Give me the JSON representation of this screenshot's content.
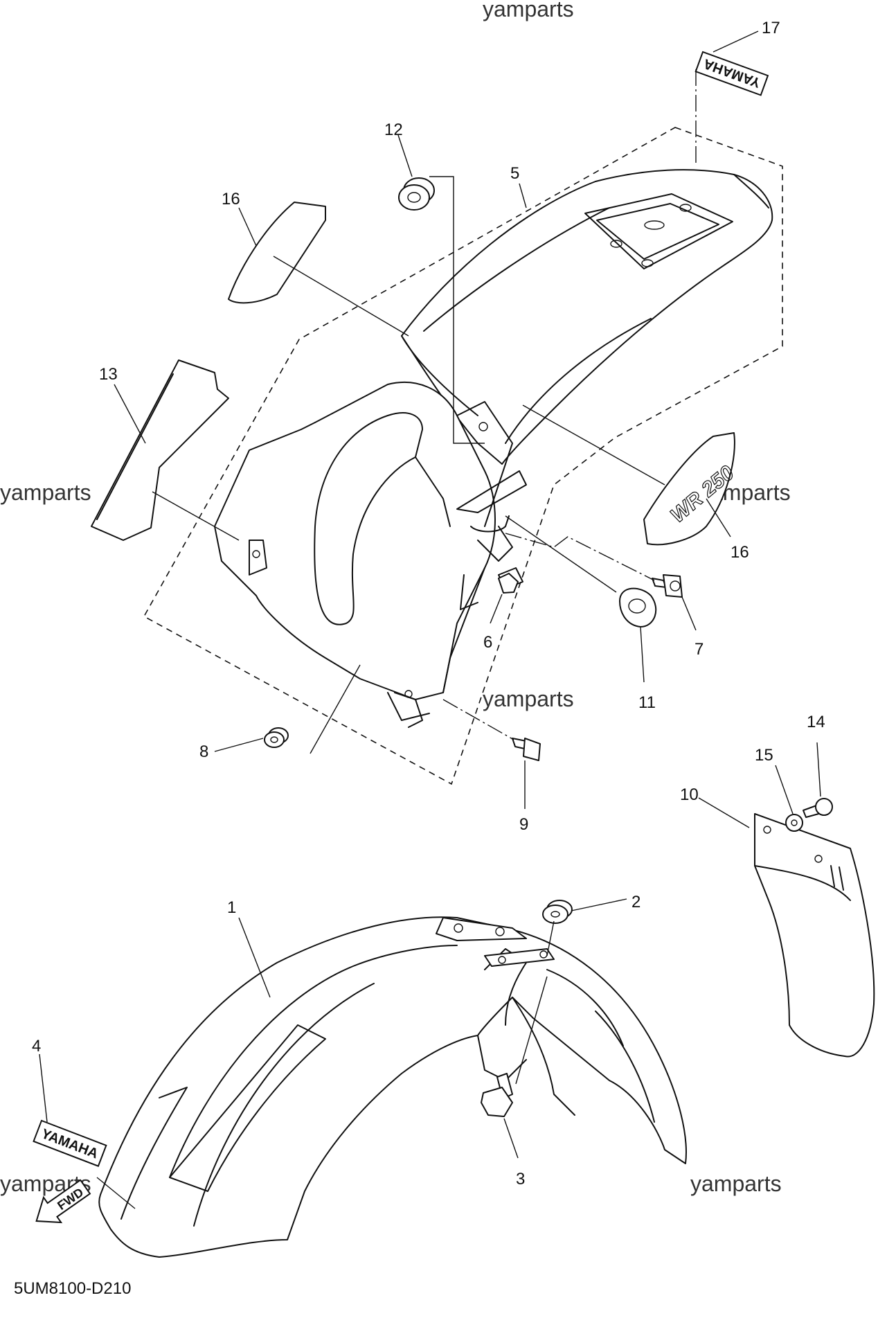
{
  "diagram": {
    "code": "5UM8100-D210",
    "watermark": "yamparts",
    "decal_text": "YAMAHA",
    "fwd_text": "FWD",
    "side_cover_text": "WR 250",
    "callouts": [
      "1",
      "2",
      "3",
      "4",
      "5",
      "6",
      "7",
      "8",
      "9",
      "10",
      "11",
      "12",
      "13",
      "14",
      "15",
      "16",
      "16",
      "17"
    ]
  }
}
